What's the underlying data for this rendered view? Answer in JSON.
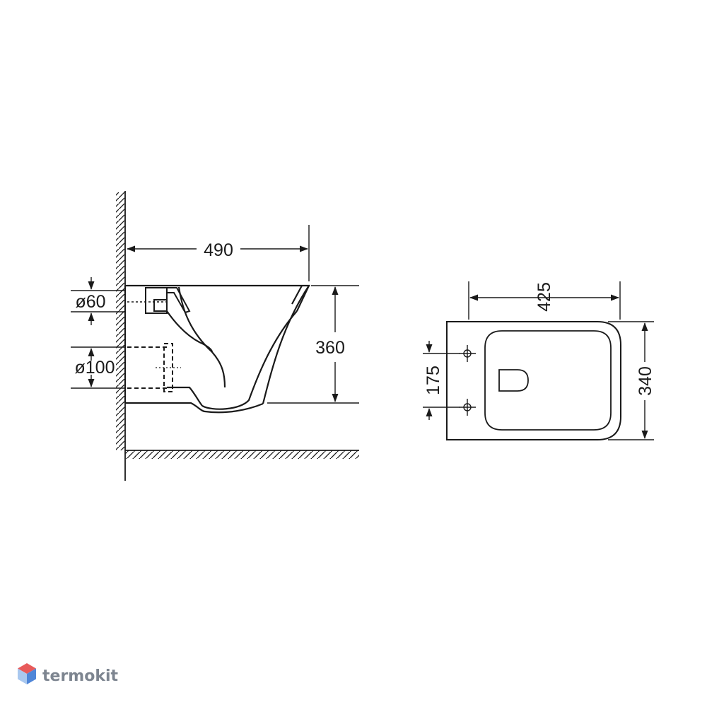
{
  "colors": {
    "line": "#1a1a1a",
    "background": "#ffffff",
    "watermark_text": "#7d8590",
    "logo_top": "#e85a5a",
    "logo_left": "#a9c8ef",
    "logo_right": "#4f86d8"
  },
  "side_view": {
    "width_label": "490",
    "height_label": "360",
    "inlet_label": "ø60",
    "outlet_label": "ø100"
  },
  "top_view": {
    "width_label": "425",
    "depth_label": "340",
    "bolt_spacing_label": "175"
  },
  "watermark": {
    "text": "termokit",
    "icon": "hexagon-cube-logo-icon"
  }
}
